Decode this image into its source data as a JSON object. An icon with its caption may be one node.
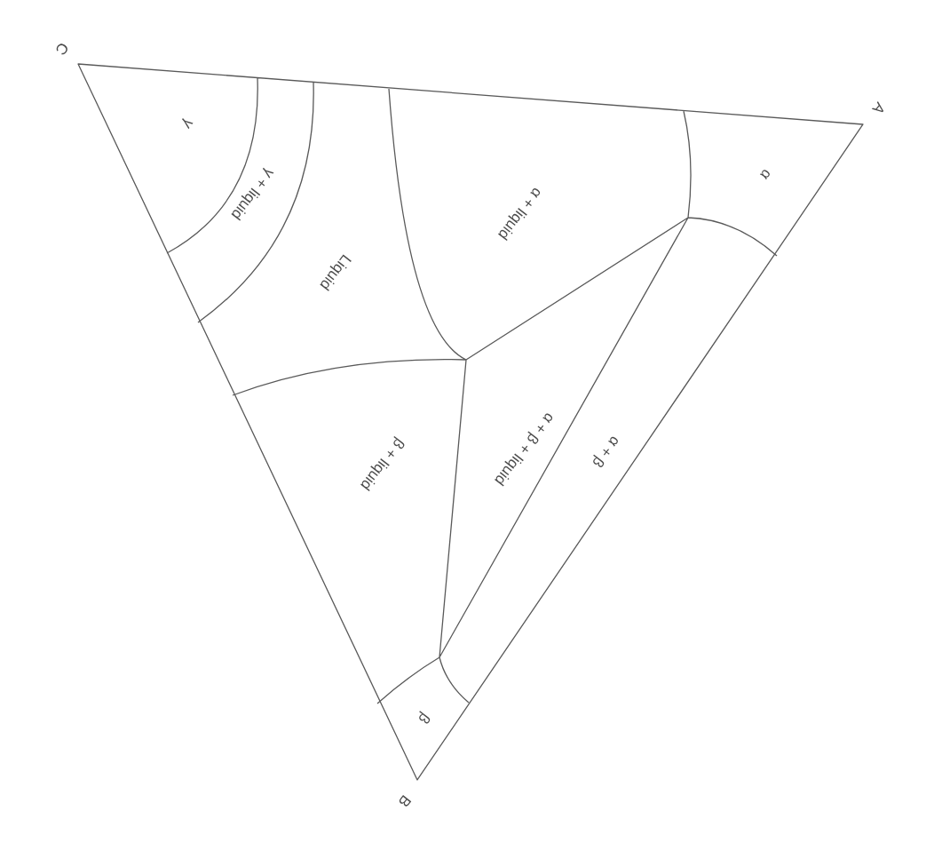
{
  "diagram": {
    "labels": [
      "C",
      "A",
      "γ",
      "γ + liquid",
      "Liquid",
      "α + liquid",
      "α",
      "β + liquid",
      "α + β + liquid",
      "α + β",
      "β",
      "B"
    ]
  }
}
